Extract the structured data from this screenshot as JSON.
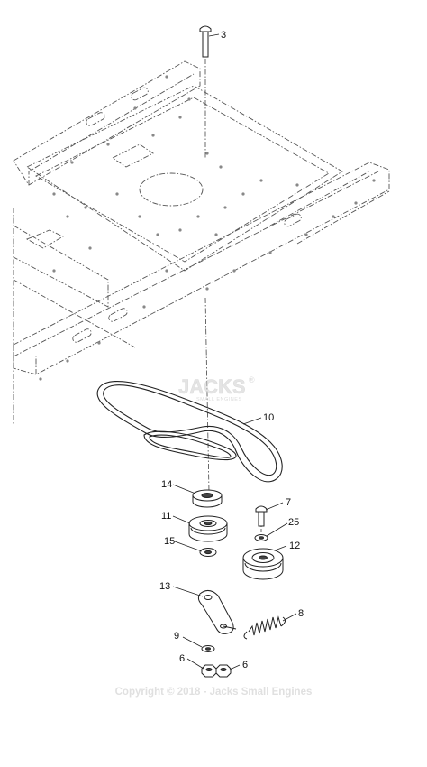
{
  "watermark": {
    "brand": "JACKS",
    "registered": "®",
    "subtitle": "SMALL ENGINES",
    "copyright": "Copyright © 2018 - Jacks Small Engines"
  },
  "callouts": [
    {
      "id": "c3",
      "text": "3"
    },
    {
      "id": "c10",
      "text": "10"
    },
    {
      "id": "c14",
      "text": "14"
    },
    {
      "id": "c11",
      "text": "11"
    },
    {
      "id": "c15",
      "text": "15"
    },
    {
      "id": "c7",
      "text": "7"
    },
    {
      "id": "c25",
      "text": "25"
    },
    {
      "id": "c12",
      "text": "12"
    },
    {
      "id": "c13",
      "text": "13"
    },
    {
      "id": "c8",
      "text": "8"
    },
    {
      "id": "c9",
      "text": "9"
    },
    {
      "id": "c6a",
      "text": "6"
    },
    {
      "id": "c6b",
      "text": "6"
    }
  ],
  "colors": {
    "line": "#222222",
    "frame": "#555555",
    "watermark": "#d8d8d8"
  }
}
